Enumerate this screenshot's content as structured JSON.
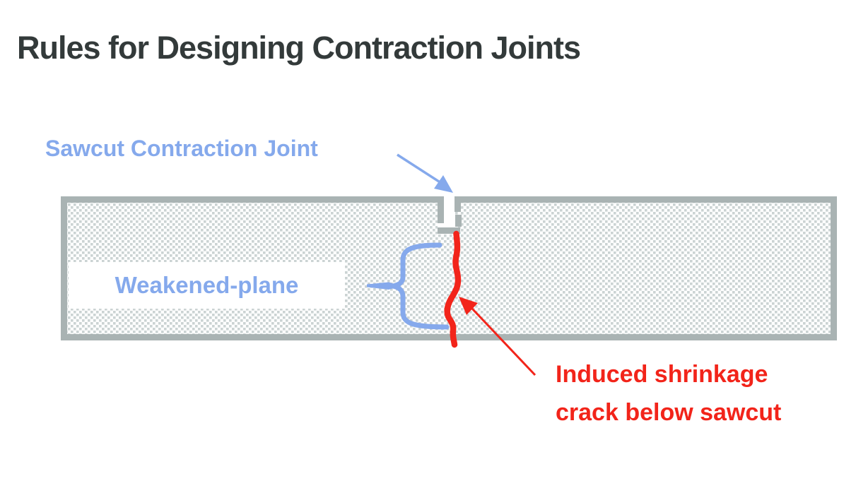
{
  "title": "Rules for Designing Contraction Joints",
  "labels": {
    "sawcut_joint": "Sawcut Contraction Joint",
    "weakened_plane": "Weakened-plane",
    "induced_crack_line1": "Induced shrinkage",
    "induced_crack_line2": "crack below sawcut"
  },
  "icons": {
    "sawcut_pointer": "arrow-down-right",
    "crack_pointer": "arrow-up-left",
    "weakened_plane_brace": "left-curly-brace"
  },
  "colors": {
    "title": "#333a3a",
    "blue": "#85a9ec",
    "red": "#f2241a",
    "slab_border": "#a9b3b3",
    "stipple": "#cbd3d3",
    "background": "#ffffff"
  },
  "diagram": {
    "slab": "concrete-slab-cross-section",
    "texture": "stippled-concrete-fill",
    "notch": "sawcut-notch",
    "crack": "shrinkage-crack"
  }
}
